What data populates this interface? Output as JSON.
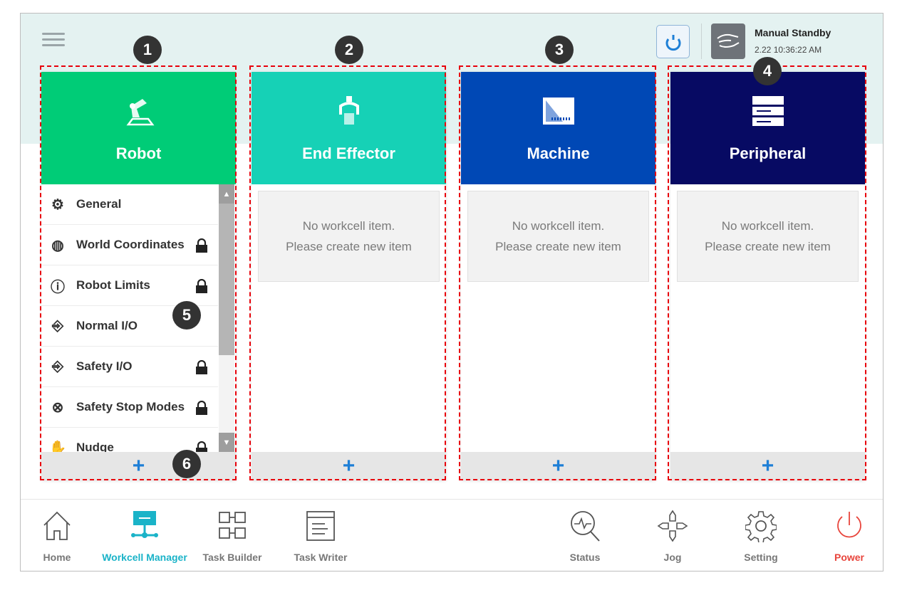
{
  "header": {
    "status_title": "Manual Standby",
    "status_time": "2.22 10:36:22 AM",
    "icons": [
      "menu-icon",
      "refresh-icon",
      "hand-guide-icon"
    ]
  },
  "cards": [
    {
      "title": "Robot",
      "color": "#00cc77",
      "icon": "robot-arm-icon"
    },
    {
      "title": "End Effector",
      "color": "#16d1b6",
      "icon": "gripper-icon"
    },
    {
      "title": "Machine",
      "color": "#0048b5",
      "icon": "machine-icon",
      "empty_line1": "No workcell item.",
      "empty_line2": "Please create new item"
    },
    {
      "title": "Peripheral",
      "color": "#070a63",
      "icon": "peripheral-icon",
      "empty_line1": "No workcell item.",
      "empty_line2": "Please create new item"
    }
  ],
  "empty": {
    "line1": "No workcell item.",
    "line2": "Please create new item"
  },
  "add_label": "+",
  "robot_items": [
    {
      "label": "General",
      "locked": false
    },
    {
      "label": "World Coordinates",
      "locked": true
    },
    {
      "label": "Robot Limits",
      "locked": true
    },
    {
      "label": "Normal I/O",
      "locked": false
    },
    {
      "label": "Safety I/O",
      "locked": true
    },
    {
      "label": "Safety Stop Modes",
      "locked": true
    },
    {
      "label": "Nudge",
      "locked": true
    }
  ],
  "nav": [
    {
      "label": "Home",
      "active": false
    },
    {
      "label": "Workcell Manager",
      "active": true
    },
    {
      "label": "Task Builder",
      "active": false
    },
    {
      "label": "Task Writer",
      "active": false
    },
    {
      "label": "Status",
      "active": false
    },
    {
      "label": "Jog",
      "active": false
    },
    {
      "label": "Setting",
      "active": false
    },
    {
      "label": "Power",
      "active": false
    }
  ],
  "badges": [
    "1",
    "2",
    "3",
    "4",
    "5",
    "6"
  ],
  "colors": {
    "accent": "#1ab3c8",
    "power": "#e8453c",
    "annotation": "#e8000b"
  }
}
